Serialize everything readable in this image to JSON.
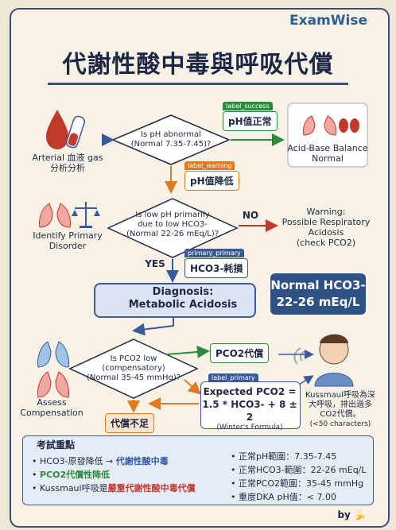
{
  "brand": "ExamWise",
  "title": "代謝性酸中毒與呼吸代償",
  "start": {
    "label_line1": "Arterial 血液 gas",
    "label_line2": "分析分析"
  },
  "q1": {
    "line1": "Is pH abnormal",
    "line2": "(Normal 7.35-7.45)?"
  },
  "success_tag": {
    "small": "label_success",
    "text": "pH值正常"
  },
  "abg_normal": {
    "line1": "Acid-Base Balance",
    "line2": "Normal"
  },
  "warning_tag": {
    "small": "label_warning",
    "text": "pH值降低"
  },
  "identify": {
    "line1": "Identify Primary",
    "line2": "Disorder"
  },
  "q2": {
    "line1": "Is low pH primarily",
    "line2": "due to low HCO3-",
    "line3": "(Normal 22-26 mEq/L)?"
  },
  "no_label": "NO",
  "warning_resp": {
    "line1": "Warning:",
    "line2": "Possible Respiratory",
    "line3": "Acidosis",
    "line4": "(check PCO2)"
  },
  "yes_label": "YES",
  "primary_tag": {
    "small": "primary_primary",
    "text": "HCO3-耗損"
  },
  "diagnosis": {
    "line1": "Diagnosis:",
    "line2": "Metabolic Acidosis"
  },
  "normal_hco3": {
    "line1": "Normal HCO3-",
    "line2": "22-26 mEq/L"
  },
  "assess": {
    "line1": "Assess",
    "line2": "Compensation"
  },
  "q3": {
    "line1": "Is PCO2 low",
    "line2": "(compensatory)",
    "line3": "(Normal 35-45 mmHg)?"
  },
  "pco2_tag": "PCO2代償",
  "primary_tag2": "label_primary",
  "expected": {
    "line1": "Expected PCO2 =",
    "line2": "1.5 * HCO3- + 8 ± 2",
    "line3": "(Winter's Formula)"
  },
  "insufficient_tag": "代償不足",
  "kussmaul": {
    "line1": "Kussmaul呼吸為深",
    "line2": "大呼吸，排出過多",
    "line3": "CO2代償。",
    "line4": "(<50 characters)"
  },
  "exam": {
    "title": "考試重點",
    "left": [
      {
        "text": "HCO3-原發降低 → ",
        "em": "代謝性酸中毒",
        "color": "#2b5aa8"
      },
      {
        "text": "",
        "em": "PCO2代償性降低",
        "color": "#2f8a3e"
      },
      {
        "text": "Kussmaul呼吸是",
        "em": "嚴重代謝性酸中毒代償",
        "color": "#c0392b"
      }
    ],
    "right": [
      "正常pH範圍：7.35-7.45",
      "正常HCO3-範圍：22-26 mEq/L",
      "正常PCO2範圍：35-45 mmHg",
      "重度DKA pH值：< 7.00"
    ]
  },
  "footer": "by 🍌",
  "colors": {
    "navy": "#3a5a99",
    "green": "#2f8a3e",
    "orange": "#e07a1f",
    "red": "#c0392b"
  }
}
